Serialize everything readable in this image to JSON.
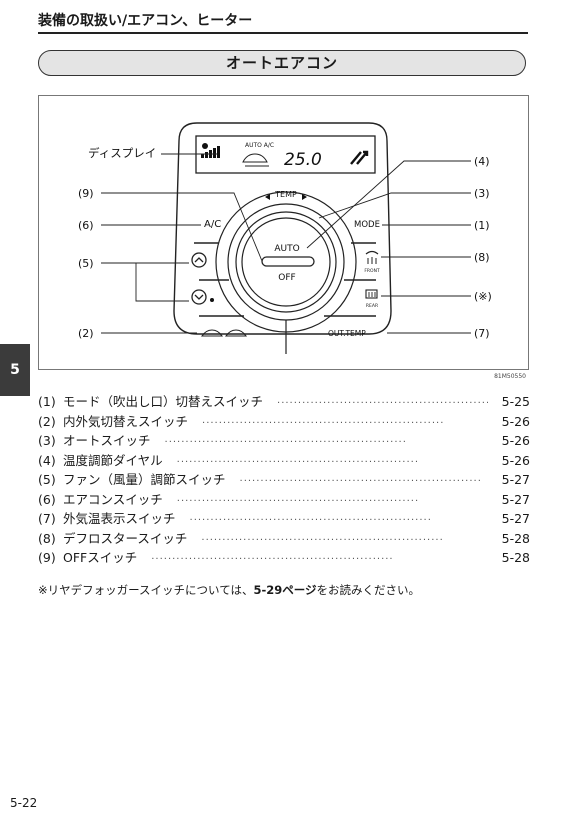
{
  "header": {
    "title": "装備の取扱い/エアコン、ヒーター"
  },
  "section": {
    "title": "オートエアコン"
  },
  "figure": {
    "display_label": "ディスプレイ",
    "display_mode": "AUTO A/C",
    "display_temp": "25.0",
    "temp_label": "TEMP",
    "auto_label": "AUTO",
    "off_label": "OFF",
    "ac_label": "A/C",
    "mode_label": "MODE",
    "front_label": "FRONT",
    "rear_label": "REAR",
    "out_temp_label": "OUT.TEMP",
    "callouts": {
      "c1": "(1)",
      "c2": "(2)",
      "c3": "(3)",
      "c4": "(4)",
      "c5": "(5)",
      "c6": "(6)",
      "c7": "(7)",
      "c8": "(8)",
      "c9": "(9)",
      "note": "(※)"
    },
    "code": "81M50550"
  },
  "side_tab": "5",
  "items": [
    {
      "num": "(1)",
      "label": "モード（吹出し口）切替えスイッチ",
      "page": "5-25"
    },
    {
      "num": "(2)",
      "label": "内外気切替えスイッチ",
      "page": "5-26"
    },
    {
      "num": "(3)",
      "label": "オートスイッチ",
      "page": "5-26"
    },
    {
      "num": "(4)",
      "label": "温度調節ダイヤル",
      "page": "5-26"
    },
    {
      "num": "(5)",
      "label": "ファン（風量）調節スイッチ",
      "page": "5-27"
    },
    {
      "num": "(6)",
      "label": "エアコンスイッチ",
      "page": "5-27"
    },
    {
      "num": "(7)",
      "label": "外気温表示スイッチ",
      "page": "5-27"
    },
    {
      "num": "(8)",
      "label": "デフロスタースイッチ",
      "page": "5-28"
    },
    {
      "num": "(9)",
      "label": "OFFスイッチ",
      "page": "5-28"
    }
  ],
  "note": {
    "prefix": "※リヤデフォッガースイッチについては、",
    "ref": "5-29ページ",
    "suffix": "をお読みください。"
  },
  "page_number": "5-22"
}
